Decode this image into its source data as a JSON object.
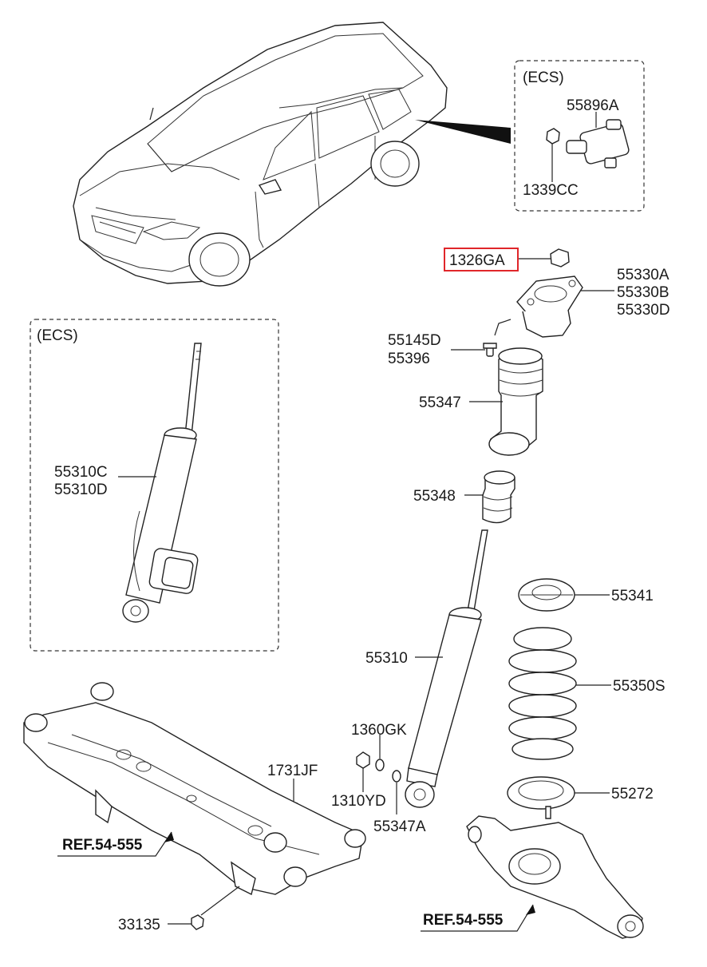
{
  "groups": {
    "ecs_sensor_box": "(ECS)",
    "ecs_shock_box": "(ECS)"
  },
  "labels": {
    "p55896A": "55896A",
    "p1339CC": "1339CC",
    "p1326GA": "1326GA",
    "p55330A": "55330A",
    "p55330B": "55330B",
    "p55330D": "55330D",
    "p55145D": "55145D",
    "p55396": "55396",
    "p55347": "55347",
    "p55348": "55348",
    "p55310C": "55310C",
    "p55310D": "55310D",
    "p55341": "55341",
    "p55310": "55310",
    "p55350S": "55350S",
    "p1360GK": "1360GK",
    "p1731JF": "1731JF",
    "p1310YD": "1310YD",
    "p55347A": "55347A",
    "p55272": "55272",
    "p33135": "33135",
    "ref_left": "REF.54-555",
    "ref_right": "REF.54-555"
  },
  "highlight": {
    "part": "1326GA",
    "color": "#e0262a"
  }
}
